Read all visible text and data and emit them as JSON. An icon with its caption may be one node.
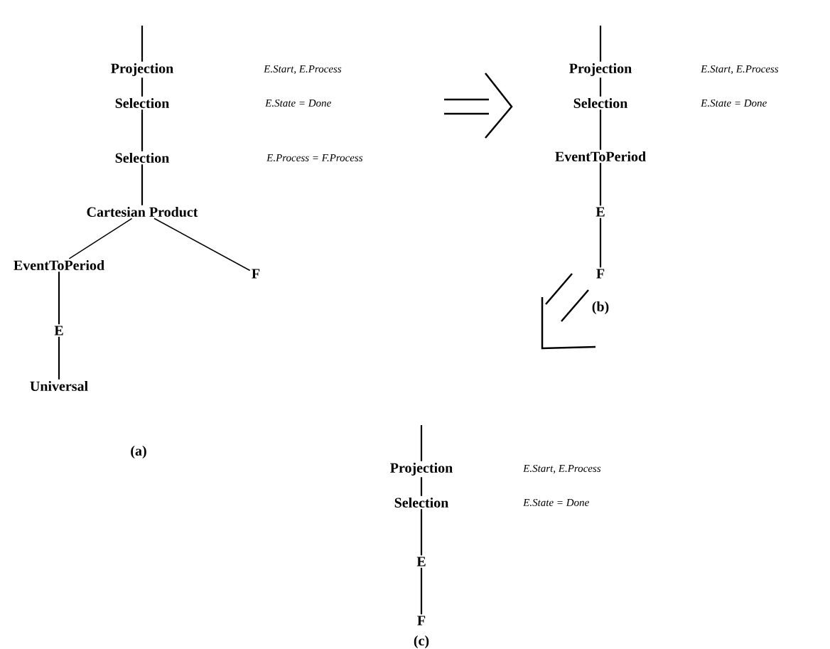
{
  "diagram": {
    "nodes": [
      {
        "text": [
          "Projection"
        ]
      },
      {
        "text": [
          "Selection"
        ]
      },
      {
        "text": [
          "Selection"
        ]
      },
      {
        "text": [
          "Cartesian Product"
        ]
      },
      {
        "text": [
          "EventToPeriod"
        ]
      },
      {
        "text": [
          "F"
        ]
      },
      {
        "text": [
          "E"
        ]
      },
      {
        "text": [
          "Universal"
        ]
      },
      {
        "text": [
          "Projection"
        ]
      },
      {
        "text": [
          "Selection"
        ]
      },
      {
        "text": [
          "EventToPeriod"
        ]
      },
      {
        "text": [
          "E"
        ]
      },
      {
        "text": [
          "F"
        ]
      },
      {
        "text": [
          "Projection"
        ]
      },
      {
        "text": [
          "Selection"
        ]
      },
      {
        "text": [
          "E"
        ]
      },
      {
        "text": [
          "F"
        ]
      }
    ],
    "edges": [
      {
        "from": null,
        "to": 0,
        "arrow": "none"
      },
      {
        "from": 0,
        "to": 1,
        "arrow": "none"
      },
      {
        "from": 1,
        "to": 2,
        "arrow": "none"
      },
      {
        "from": 2,
        "to": 3,
        "arrow": "none"
      },
      {
        "from": 3,
        "to": 4,
        "arrow": "none"
      },
      {
        "from": 3,
        "to": 5,
        "arrow": "none"
      },
      {
        "from": 4,
        "to": 6,
        "arrow": "none"
      },
      {
        "from": 6,
        "to": 7,
        "arrow": "none"
      },
      {
        "from": null,
        "to": 8,
        "arrow": "none"
      },
      {
        "from": 8,
        "to": 9,
        "arrow": "none"
      },
      {
        "from": 9,
        "to": 10,
        "arrow": "none"
      },
      {
        "from": 10,
        "to": 11,
        "arrow": "none"
      },
      {
        "from": 11,
        "to": 12,
        "arrow": "none"
      },
      {
        "from": null,
        "to": 13,
        "arrow": "none"
      },
      {
        "from": 13,
        "to": 14,
        "arrow": "none"
      },
      {
        "from": 14,
        "to": 15,
        "arrow": "none"
      },
      {
        "from": 15,
        "to": 16,
        "arrow": "none"
      }
    ],
    "labels": [
      "E.Start, E.Process",
      "E.Start, E.Process",
      "E.State = Done",
      "E.State = Done",
      "E.Process = F.Process",
      "(b)",
      "(a)",
      "E.Start, E.Process",
      "E.State = Done",
      "(c)"
    ]
  }
}
